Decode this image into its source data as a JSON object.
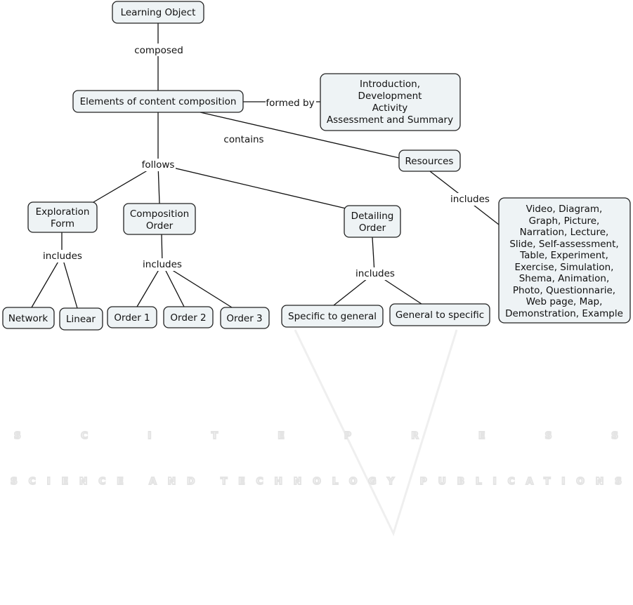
{
  "watermark": {
    "title": "SCITEPRESS",
    "subtitle": "SCIENCE AND TECHNOLOGY PUBLICATIONS"
  },
  "nodes": {
    "learning_object": "Learning Object",
    "elements": "Elements of content composition",
    "phases": [
      "Introduction,",
      "Development",
      "Activity",
      "Assessment and Summary"
    ],
    "resources": "Resources",
    "resource_list": [
      "Video, Diagram,",
      "Graph, Picture,",
      "Narration, Lecture,",
      "Slide, Self-assessment,",
      "Table, Experiment,",
      "Exercise, Simulation,",
      "Shema, Animation,",
      "Photo, Questionnarie,",
      "Web page, Map,",
      "Demonstration, Example"
    ],
    "exploration": [
      "Exploration",
      "Form"
    ],
    "composition": [
      "Composition",
      "Order"
    ],
    "detailing": [
      "Detailing",
      "Order"
    ],
    "network": "Network",
    "linear": "Linear",
    "order1": "Order 1",
    "order2": "Order 2",
    "order3": "Order 3",
    "spec_gen": "Specific to general",
    "gen_spec": "General to specific"
  },
  "links": {
    "composed": "composed",
    "formed_by": "formed by",
    "contains": "contains",
    "follows": "follows",
    "includes": "includes"
  }
}
